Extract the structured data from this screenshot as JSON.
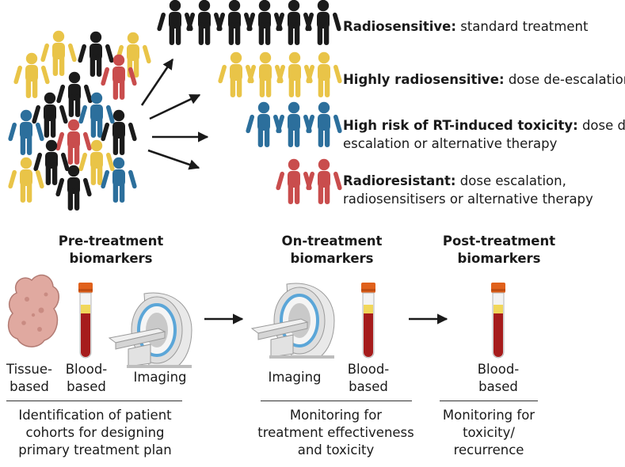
{
  "groups": [
    {
      "label": "Radiosensitive:",
      "desc": [
        "standard treatment"
      ]
    },
    {
      "label": "Highly radiosensitive:",
      "desc": [
        "dose de-escalation"
      ]
    },
    {
      "label": "High risk of RT-induced toxicity:",
      "desc": [
        "dose de-",
        "escalation or alternative therapy"
      ]
    },
    {
      "label": "Radioresistant:",
      "desc": [
        "dose escalation,",
        "radiosensitisers or alternative therapy"
      ]
    }
  ],
  "stages": [
    {
      "title": [
        "Pre-treatment",
        "biomarkers"
      ],
      "sources": [
        [
          "Tissue-",
          "based"
        ],
        [
          "Blood-",
          "based"
        ],
        [
          "Imaging"
        ]
      ],
      "purpose": [
        "Identification of patient",
        "cohorts for designing",
        "primary treatment plan"
      ]
    },
    {
      "title": [
        "On-treatment",
        "biomarkers"
      ],
      "sources": [
        [
          "Imaging"
        ],
        [
          "Blood-",
          "based"
        ]
      ],
      "purpose": [
        "Monitoring for",
        "treatment effectiveness",
        "and toxicity"
      ]
    },
    {
      "title": [
        "Post-treatment",
        "biomarkers"
      ],
      "sources": [
        [
          "Blood-",
          "based"
        ]
      ],
      "purpose": [
        "Monitoring for",
        "toxicity/",
        "recurrence"
      ]
    }
  ],
  "colors": {
    "radiosensitive": "#1b1b1b",
    "highly_radiosensitive": "#e9c448",
    "toxicity_risk": "#2c6f9c",
    "radioresistant": "#c94d4d",
    "tissue": "#e0a9a0",
    "blood": "#a61c1c",
    "tube_cap": "#e0611c",
    "scanner": "#e2e2e2"
  }
}
